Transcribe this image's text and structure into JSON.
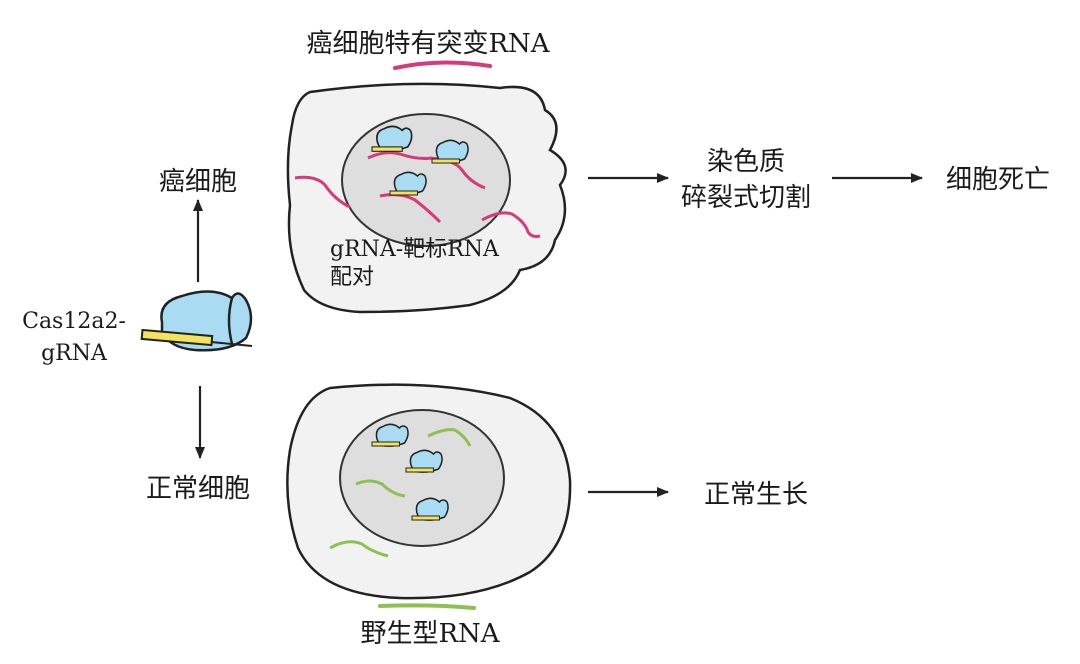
{
  "labels": {
    "mutant_rna": "癌细胞特有突变RNA",
    "cancer_cell": "癌细胞",
    "complex": "Cas12a2-",
    "complex_line2": "gRNA",
    "pairing": "gRNA-靶标RNA",
    "pairing_line2": "配对",
    "cleavage_line1": "染色质",
    "cleavage_line2": "碎裂式切割",
    "cell_death": "细胞死亡",
    "normal_cell": "正常细胞",
    "normal_growth": "正常生长",
    "wildtype_rna": "野生型RNA"
  },
  "colors": {
    "mutant_rna": "#d63a78",
    "wildtype_rna": "#8cc152",
    "protein": "#a9dcf3",
    "guide": "#f3e35a",
    "cell_fill": "#f2f2f2",
    "nucleus_fill": "#dedede",
    "stroke": "#222222"
  }
}
